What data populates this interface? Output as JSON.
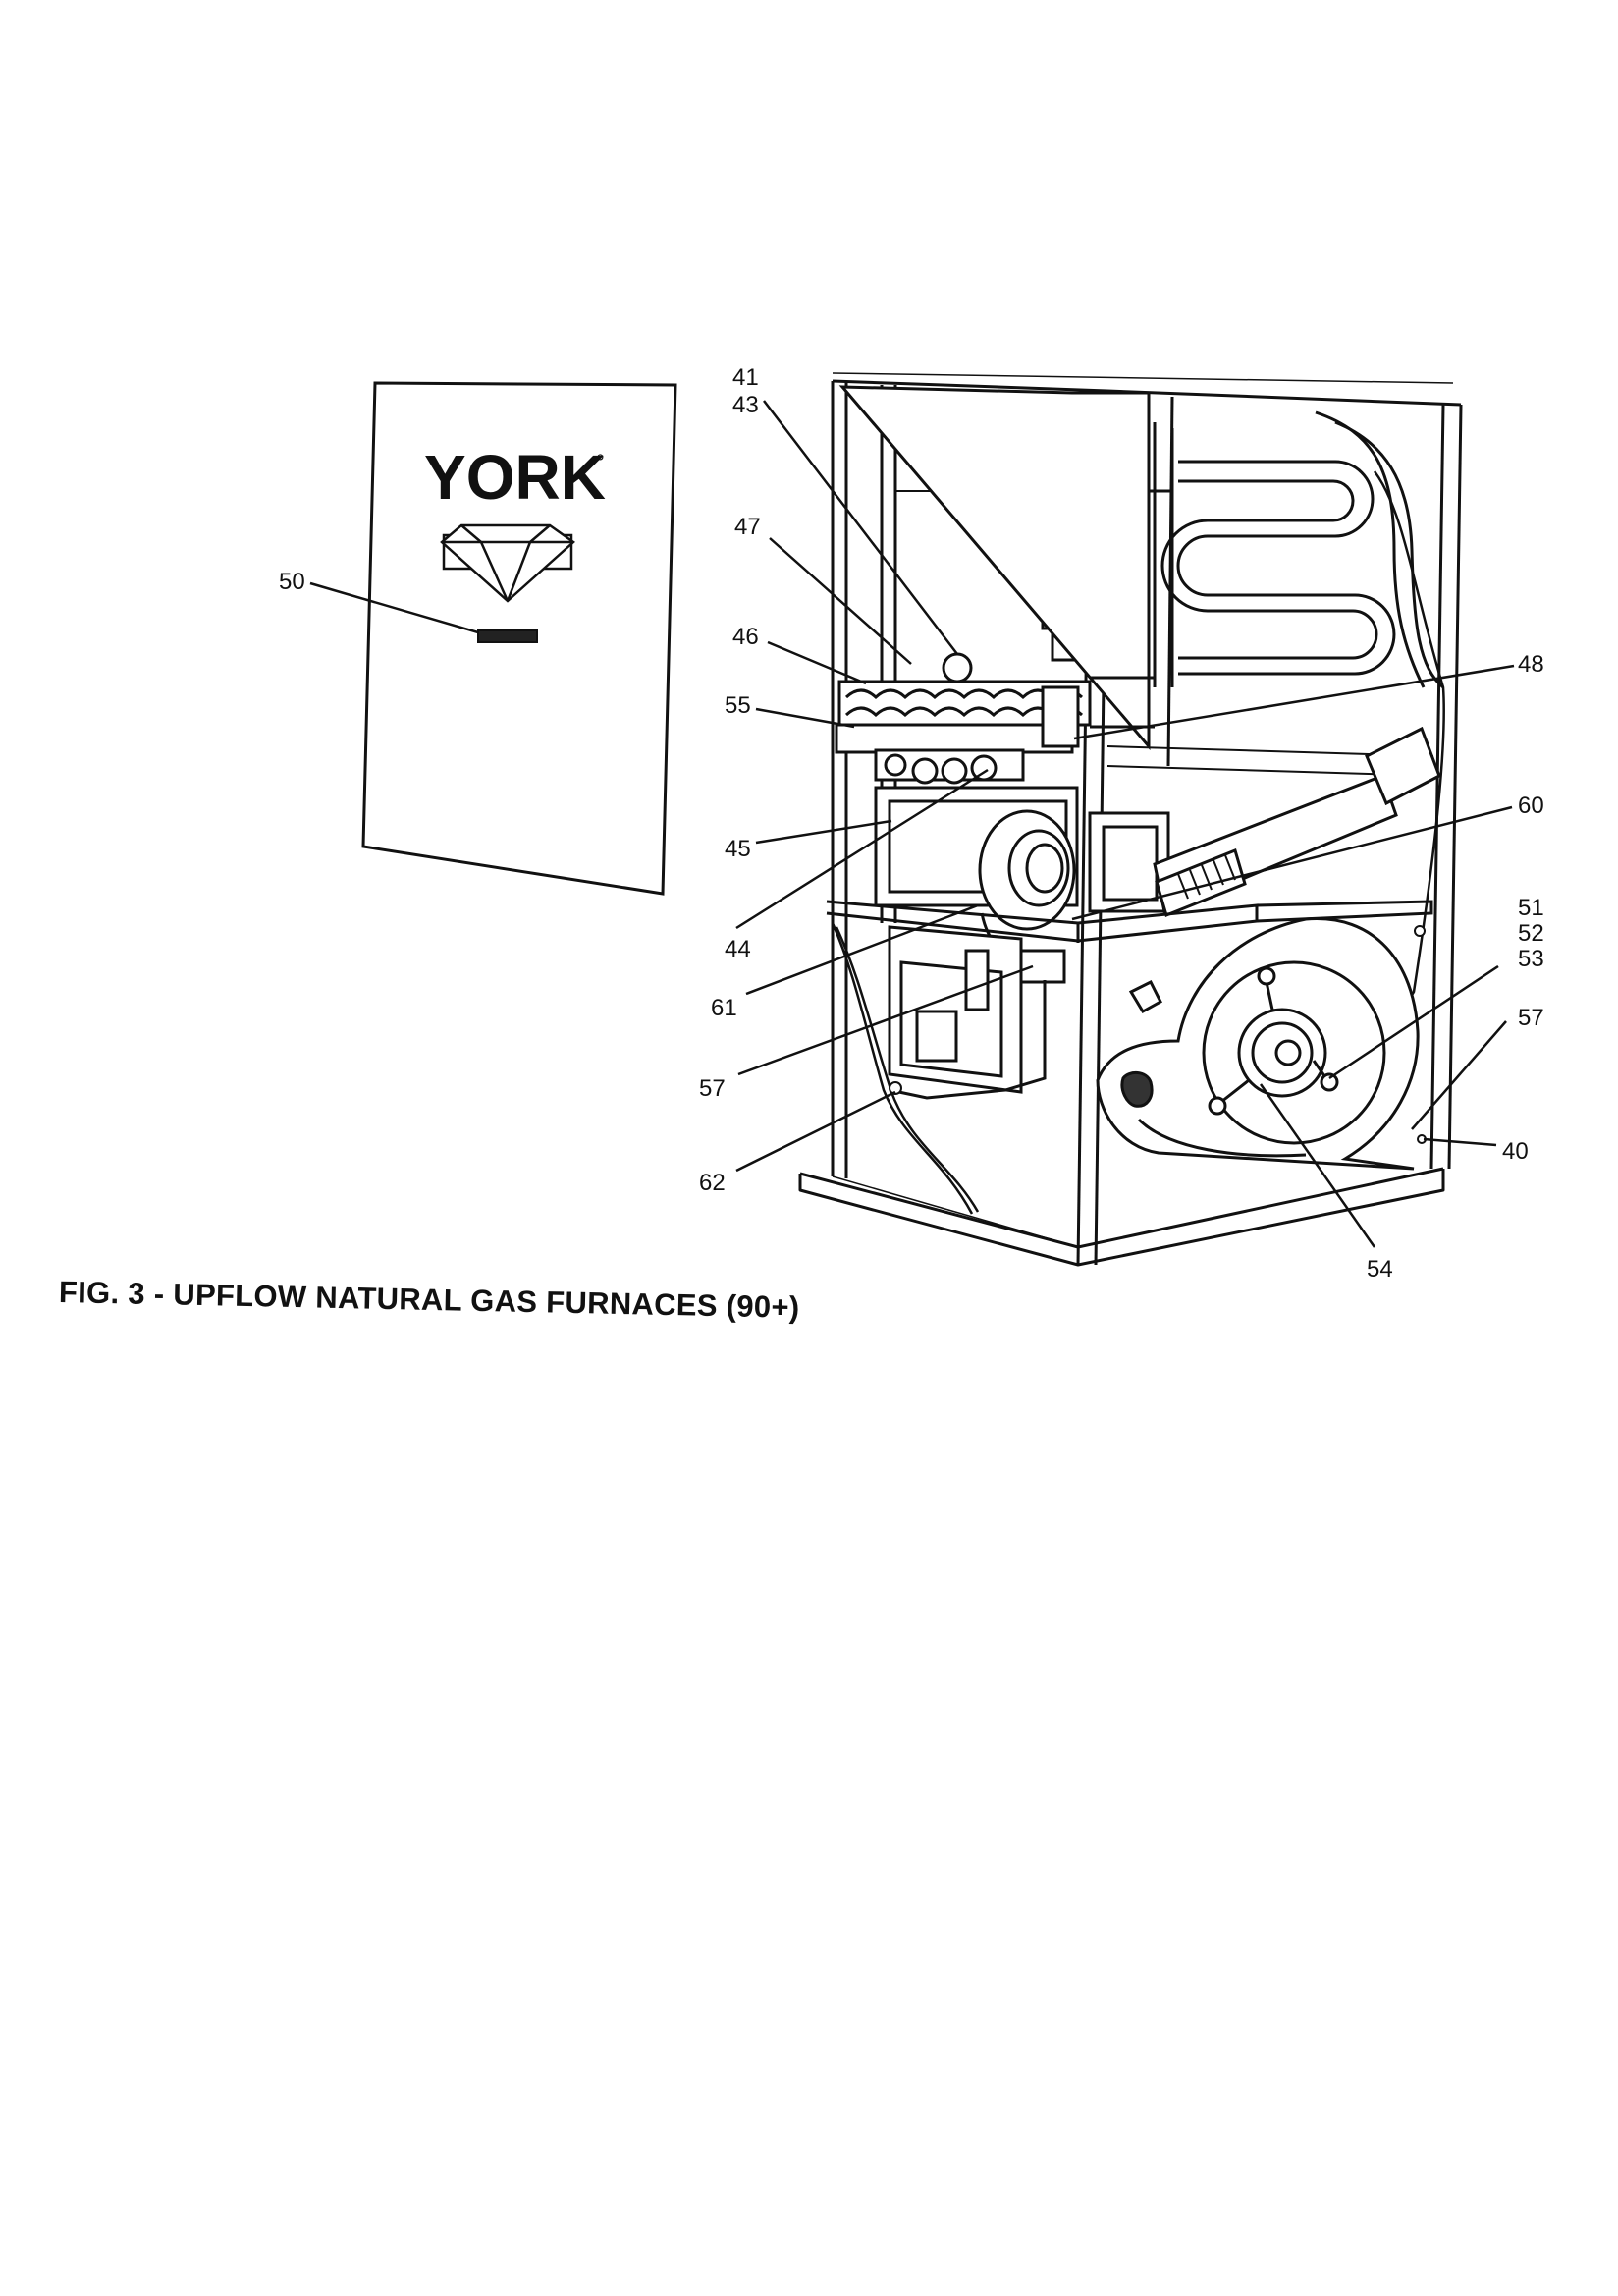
{
  "figure": {
    "caption": "FIG. 3 - UPFLOW NATURAL GAS FURNACES (90+)"
  },
  "door_panel": {
    "brand": "YORK",
    "brand_mark": "°"
  },
  "callouts": [
    {
      "id": "41",
      "label": "41"
    },
    {
      "id": "43",
      "label": "43"
    },
    {
      "id": "47",
      "label": "47"
    },
    {
      "id": "46",
      "label": "46"
    },
    {
      "id": "55",
      "label": "55"
    },
    {
      "id": "48",
      "label": "48"
    },
    {
      "id": "60",
      "label": "60"
    },
    {
      "id": "45",
      "label": "45"
    },
    {
      "id": "44",
      "label": "44"
    },
    {
      "id": "61",
      "label": "61"
    },
    {
      "id": "57a",
      "label": "57"
    },
    {
      "id": "62",
      "label": "62"
    },
    {
      "id": "50",
      "label": "50"
    },
    {
      "id": "51",
      "label": "51"
    },
    {
      "id": "52",
      "label": "52"
    },
    {
      "id": "53",
      "label": "53"
    },
    {
      "id": "57b",
      "label": "57"
    },
    {
      "id": "40",
      "label": "40"
    },
    {
      "id": "54",
      "label": "54"
    }
  ]
}
